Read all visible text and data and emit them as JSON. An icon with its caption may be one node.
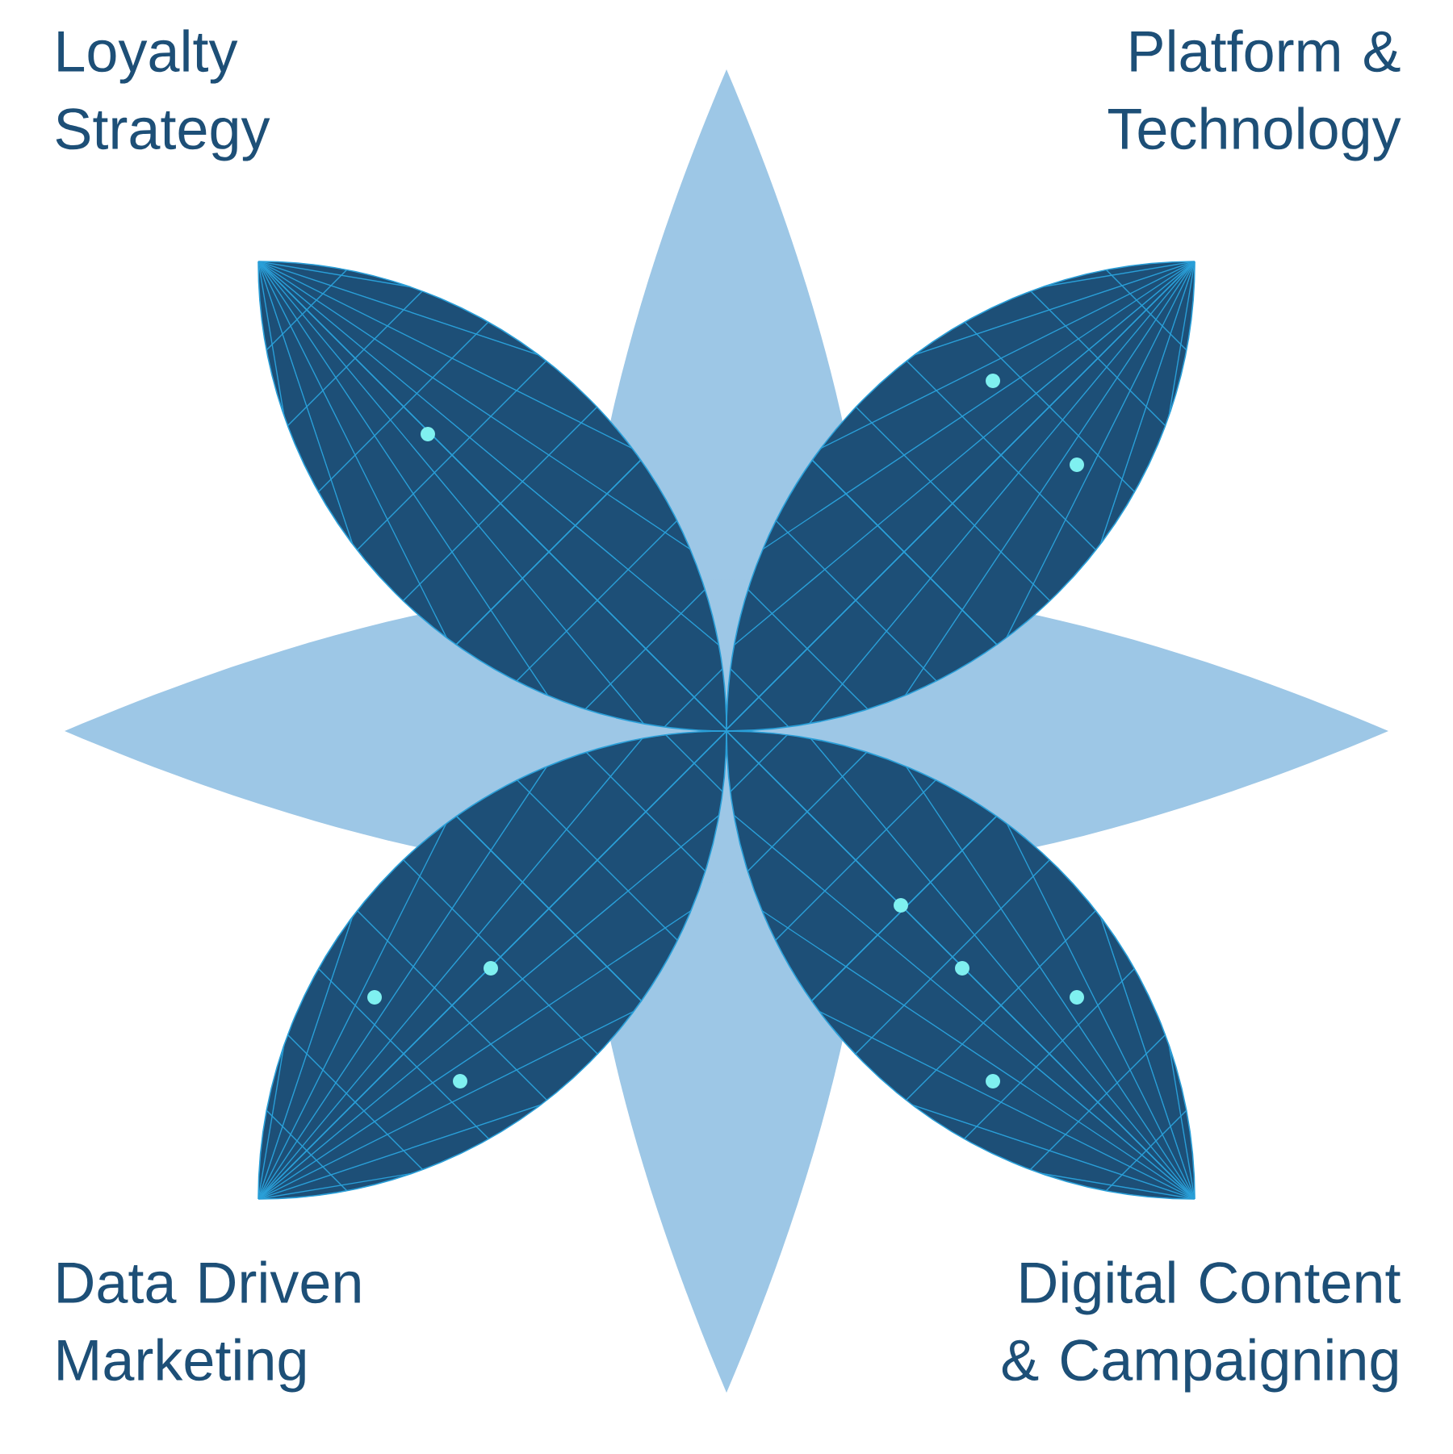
{
  "diagram": {
    "labels": [
      "Loyalty Strategy",
      "Platform & Technology",
      "Data Driven Marketing",
      "Digital Content & Campaigning"
    ]
  }
}
